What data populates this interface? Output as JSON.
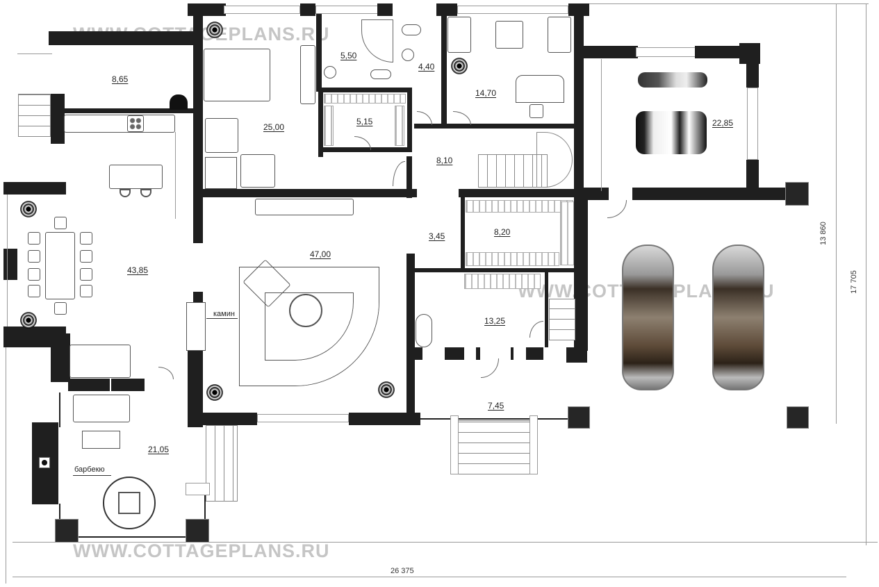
{
  "plan": {
    "watermark": "WWW.COTTAGEPLANS.RU",
    "rooms": [
      {
        "id": "pantry",
        "area": "8,65"
      },
      {
        "id": "bedroom",
        "area": "25,00"
      },
      {
        "id": "bathroom",
        "area": "5,50"
      },
      {
        "id": "wc",
        "area": "4,40"
      },
      {
        "id": "study",
        "area": "14,70"
      },
      {
        "id": "dressing-room",
        "area": "5,15"
      },
      {
        "id": "hall",
        "area": "8,10"
      },
      {
        "id": "garage-moto",
        "area": "22,85"
      },
      {
        "id": "dining-kitchen",
        "area": "43,85"
      },
      {
        "id": "living-room",
        "area": "47,00"
      },
      {
        "id": "corridor",
        "area": "3,45"
      },
      {
        "id": "wardrobe",
        "area": "8,20"
      },
      {
        "id": "entrance-hall",
        "area": "13,25"
      },
      {
        "id": "porch",
        "area": "7,45"
      },
      {
        "id": "terrace",
        "area": "21,05"
      }
    ],
    "notes": {
      "fireplace": "камин",
      "bbq": "барбекю"
    },
    "dimensions": {
      "width_total": "26 375",
      "height_house": "13 860",
      "height_total": "17 705"
    }
  },
  "icons": {
    "plant": "plant-icon",
    "car": "car-icon",
    "motorcycle": "motorcycle-icon",
    "quad": "atv-icon",
    "stairs": "stairs-icon",
    "door": "door-icon"
  }
}
